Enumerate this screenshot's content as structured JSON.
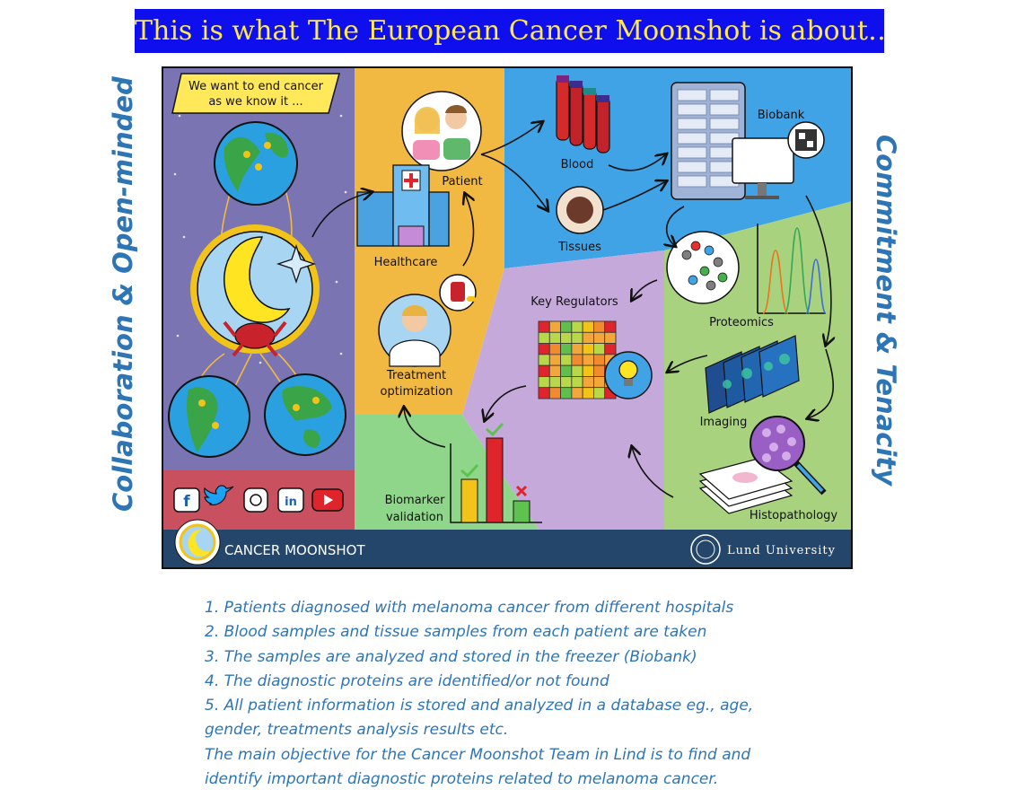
{
  "header": {
    "title": "This is what The European Cancer Moonshot is about…"
  },
  "sides": {
    "left": "Collaboration & Open-minded",
    "right": "Commitment & Tenacity"
  },
  "panel": {
    "speech": [
      "We want to end cancer",
      "as we know it ..."
    ],
    "labels": {
      "patient": "Patient",
      "healthcare": "Healthcare",
      "blood": "Blood",
      "tissues": "Tissues",
      "biobank": "Biobank",
      "key_regulators": "Key Regulators",
      "proteomics": "Proteomics",
      "imaging": "Imaging",
      "histopathology": "Histopathology",
      "treatment_1": "Treatment",
      "treatment_2": "optimization",
      "biomarker_1": "Biomarker",
      "biomarker_2": "validation"
    },
    "footer": {
      "left": "CANCER MOONSHOT",
      "right": "Lund University"
    },
    "social_icons": [
      "facebook-icon",
      "twitter-icon",
      "instagram-icon",
      "linkedin-icon",
      "youtube-icon"
    ]
  },
  "notes": [
    "1. Patients diagnosed with melanoma cancer from different hospitals",
    "2. Blood samples and tissue samples from each patient are taken",
    "3. The samples are analyzed and stored in the freezer (Biobank)",
    "4. The diagnostic proteins are identified/or not found",
    "5. All patient information is stored and analyzed in a database eg., age,",
    "gender, treatments analysis results etc.",
    "The main objective for the Cancer Moonshot Team in Lind is to find and",
    "identify important diagnostic proteins related to melanoma cancer."
  ],
  "colors": {
    "banner_bg": "#0f0fee",
    "banner_text": "#ffe94a",
    "side_text": "#2e75b6",
    "purple": "#7a74b3",
    "yellow": "#f2b942",
    "blue": "#3fa3e6",
    "green": "#a9d27f",
    "lavender": "#c5a9da",
    "mint": "#8fd68a",
    "footer": "#24466b",
    "social_bg": "#c8505f"
  }
}
